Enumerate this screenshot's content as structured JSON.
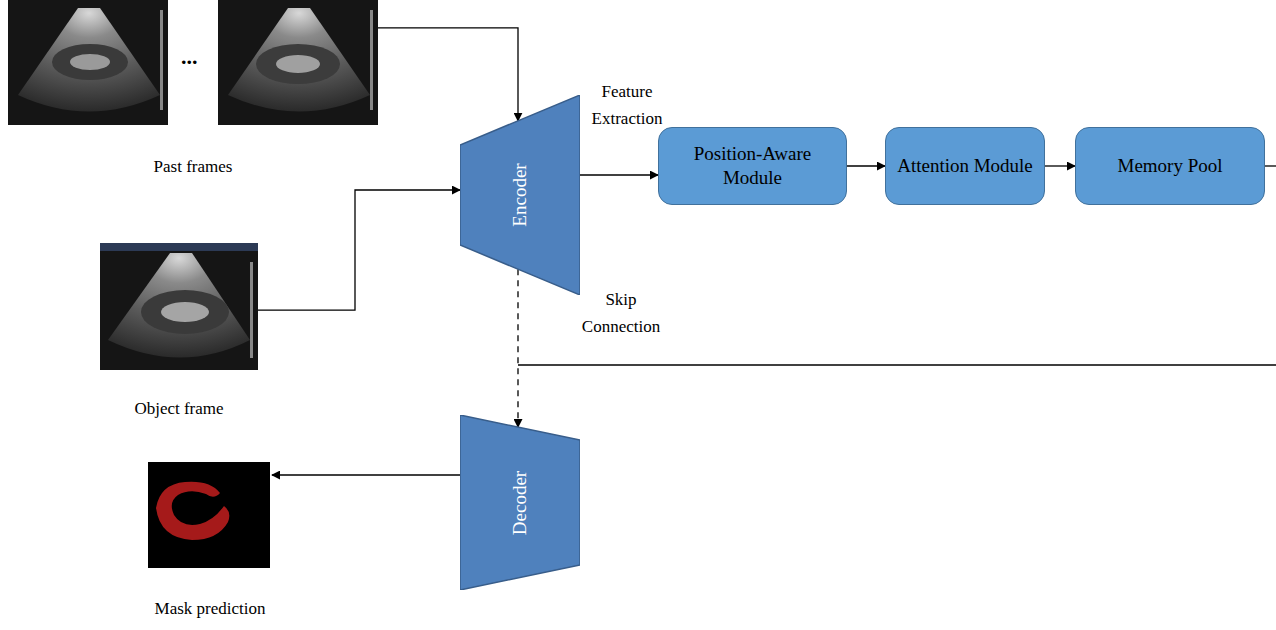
{
  "diagram": {
    "nodes": [
      {
        "text": [
          "Past frames"
        ]
      },
      {
        "text": [
          "Object frame"
        ]
      },
      {
        "text": [
          "Encoder"
        ]
      },
      {
        "text": [
          "Position-Aware Module"
        ]
      },
      {
        "text": [
          "Attention Module"
        ]
      },
      {
        "text": [
          "Memory Pool"
        ]
      },
      {
        "text": [
          "Decoder"
        ]
      },
      {
        "text": [
          "Mask prediction"
        ]
      }
    ],
    "edges": [
      {
        "from": 0,
        "to": 2,
        "arrow": "to"
      },
      {
        "from": 1,
        "to": 2,
        "arrow": "to"
      },
      {
        "from": 2,
        "to": 3,
        "label": "Feature Extraction",
        "arrow": "to"
      },
      {
        "from": 3,
        "to": 4,
        "arrow": "to"
      },
      {
        "from": 4,
        "to": 5,
        "arrow": "to"
      },
      {
        "from": 2,
        "to": 6,
        "label": "Skip Connection",
        "arrow": "to"
      },
      {
        "from": 6,
        "to": 7,
        "arrow": "to"
      }
    ],
    "labels": [
      "..."
    ]
  }
}
